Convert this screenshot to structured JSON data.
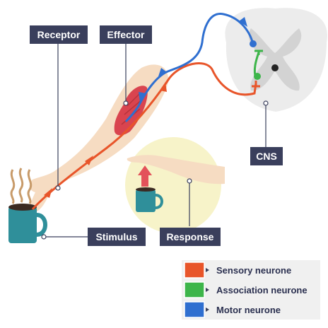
{
  "labels": {
    "receptor": "Receptor",
    "effector": "Effector",
    "cns": "CNS",
    "stimulus": "Stimulus",
    "response": "Response"
  },
  "legend": [
    {
      "label": "Sensory neurone",
      "color": "#e8552a"
    },
    {
      "label": "Association neurone",
      "color": "#3db54a"
    },
    {
      "label": "Motor neurone",
      "color": "#2f6fd0"
    }
  ],
  "colors": {
    "label_box": "#3a3f5c",
    "skin": "#f6dcc2",
    "mug": "#2f8f9a",
    "spinal_grey": "#d9d9d9",
    "response_circle": "#f7f3c9",
    "muscle": "#d9444f"
  }
}
